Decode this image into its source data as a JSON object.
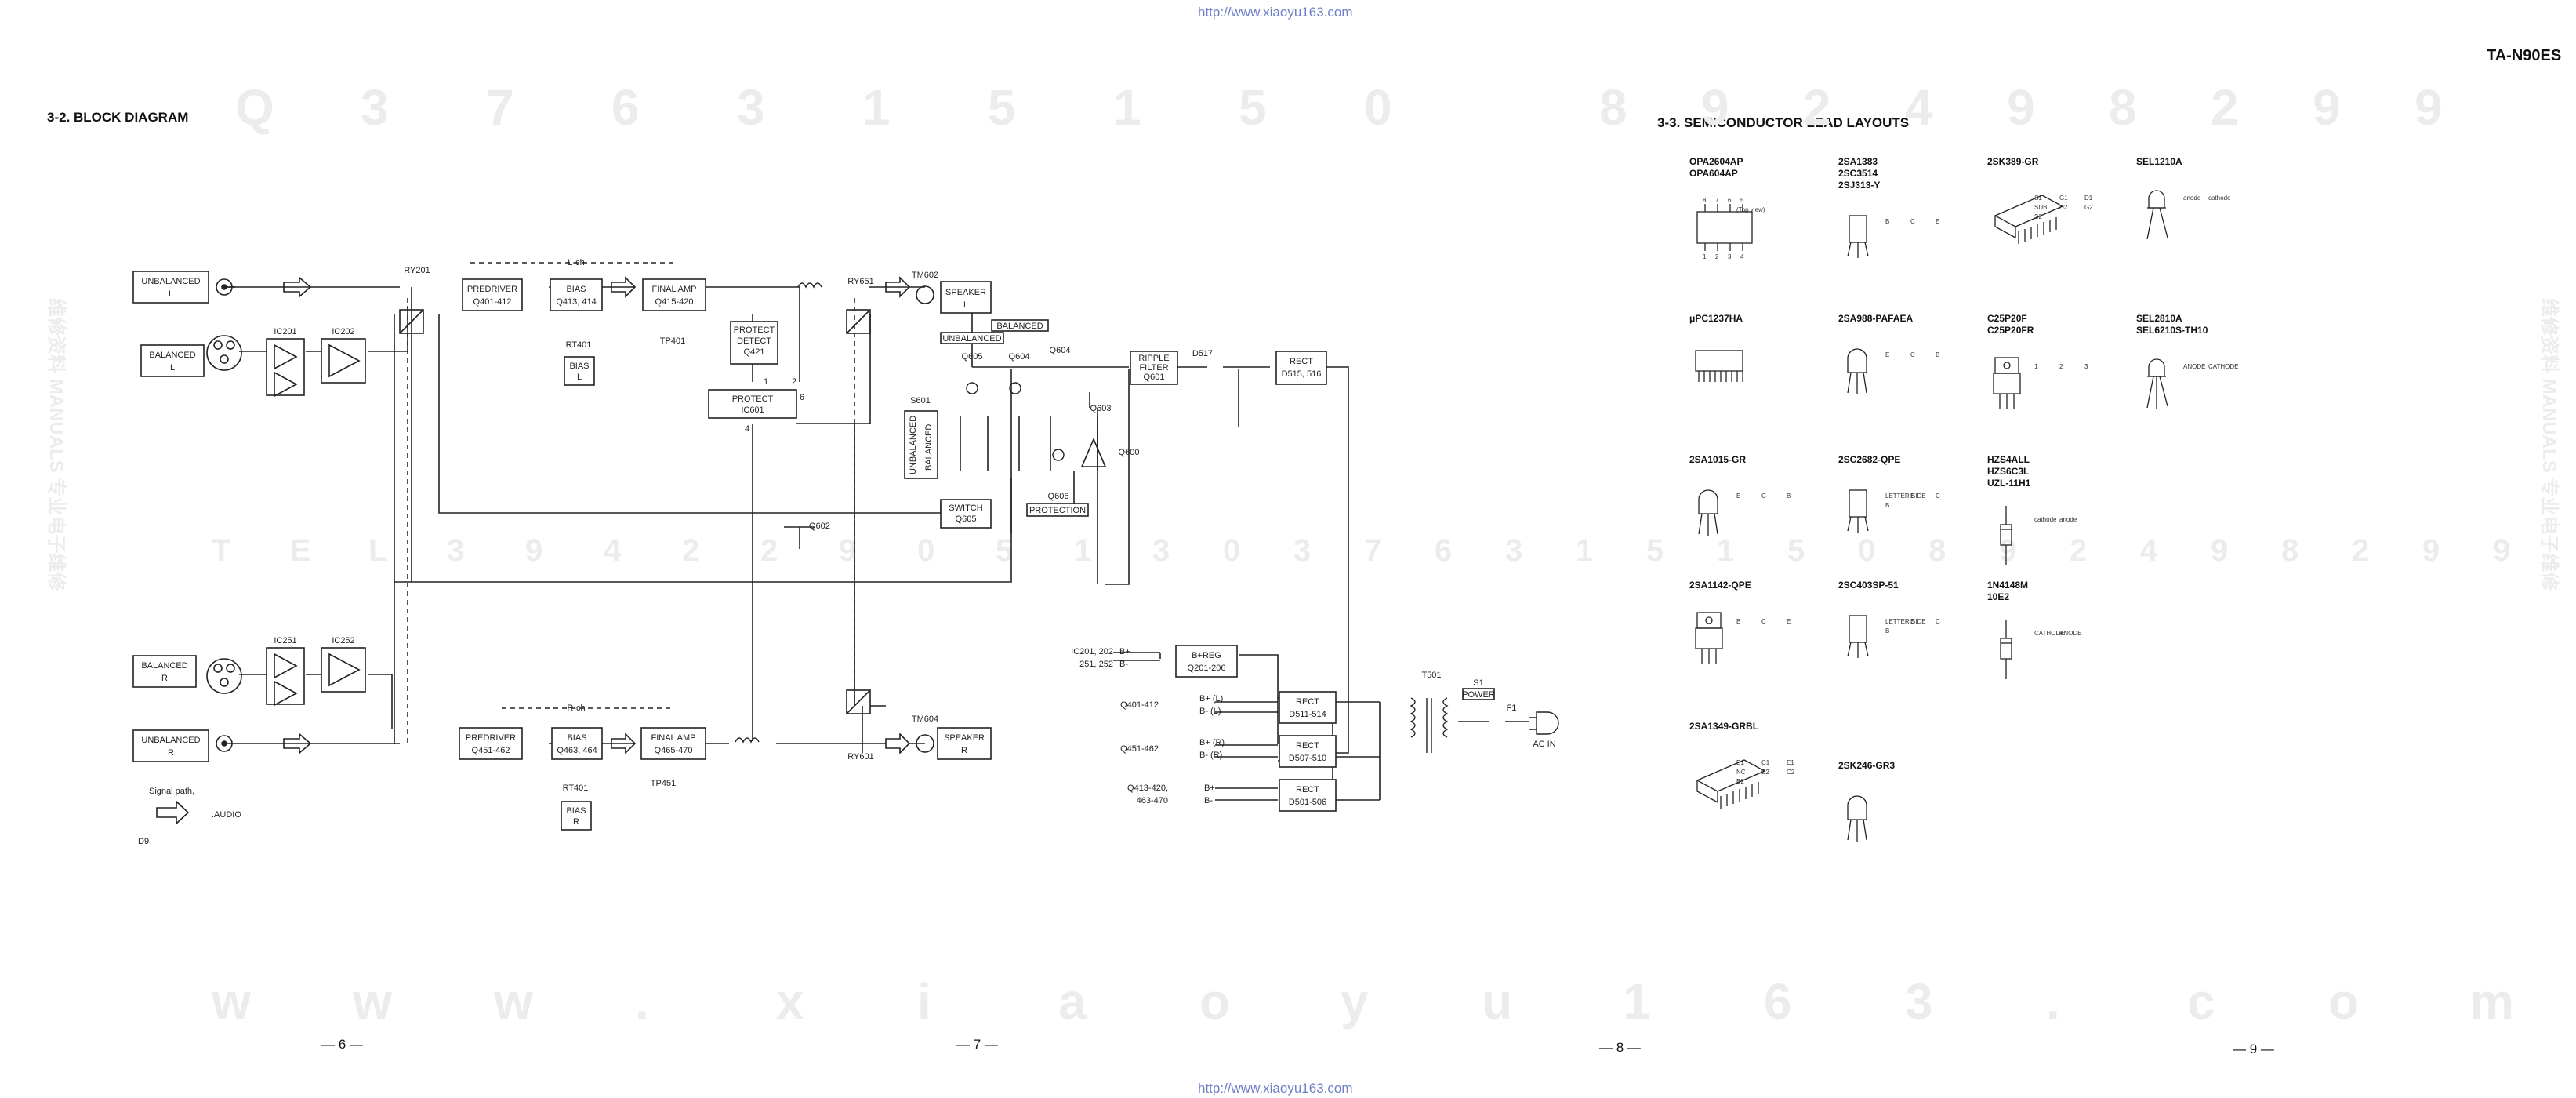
{
  "urls": {
    "top": "http://www.xiaoyu163.com",
    "bottom": "http://www.xiaoyu163.com"
  },
  "model": "TA-N90ES",
  "sections": {
    "block_diagram_title": "3-2.  BLOCK DIAGRAM",
    "lead_layouts_title": "3-3.  SEMICONDUCTOR LEAD LAYOUTS"
  },
  "pages": [
    "— 6 —",
    "— 7 —",
    "— 8 —",
    "— 9 —"
  ],
  "watermarks": {
    "digits_left": [
      "Q",
      "3",
      "7",
      "6",
      "3",
      "1",
      "5",
      "1",
      "5",
      "0"
    ],
    "digits_right": [
      "8",
      "9",
      "2",
      "4",
      "9",
      "8",
      "2",
      "9",
      "9"
    ],
    "tel_left": [
      "T",
      "E",
      "L",
      "3",
      "9",
      "4",
      "2",
      "2",
      "9",
      "0",
      "5",
      "1",
      "3"
    ],
    "tel_right": [
      "0",
      "3",
      "7",
      "6",
      "3",
      "1",
      "5",
      "1",
      "5",
      "0",
      "8",
      "9",
      "2",
      "4",
      "9",
      "8",
      "2",
      "9",
      "9"
    ],
    "site": [
      "w",
      "w",
      "w",
      ".",
      "x",
      "i",
      "a",
      "o",
      "y",
      "u",
      "1",
      "6",
      "3",
      ".",
      "c",
      "o",
      "m"
    ],
    "side_left": "维修资料 MANUALS 专业电子维修",
    "side_right": "维修资料 MANUALS 专业电子维修"
  },
  "block_diagram": {
    "top": {
      "unbal_in": [
        "UNBALANCED",
        "L"
      ],
      "bal_in": [
        "BALANCED",
        "L"
      ],
      "ic_a": "IC201",
      "ic_b": "IC202",
      "relay_in": "RY201",
      "ch_label": "L-ch",
      "predriver": [
        "PREDRIVER",
        "Q401-412"
      ],
      "bias": [
        "BIAS",
        "Q413, 414"
      ],
      "final_amp": [
        "FINAL AMP",
        "Q415-420"
      ],
      "rt": "RT401",
      "tp": "TP401",
      "bias_box": [
        "BIAS",
        "L"
      ],
      "protect_detect": [
        "PROTECT",
        "DETECT",
        "Q421"
      ],
      "protect_ic": [
        "PROTECT",
        "IC601"
      ],
      "relay_out": "RY651",
      "tm": "TM602",
      "speaker": [
        "SPEAKER",
        "L"
      ],
      "pin1": "1",
      "pin2": "2",
      "pin4": "4",
      "pin6": "6"
    },
    "protect": {
      "balanced_tag": "BALANCED",
      "unbalanced_tag": "UNBALANCED",
      "q605": "Q605",
      "q604a": "Q604",
      "q604b": "Q604",
      "q603": "Q603",
      "q600": "Q600",
      "q606": "Q606",
      "q602": "Q602",
      "s601": "S601",
      "s601_unbal": "UNBALANCED",
      "s601_bal": "BALANCED",
      "protection_tag": "PROTECTION",
      "switch_box": [
        "SWITCH",
        "Q605"
      ],
      "ripple": [
        "RIPPLE",
        "FILTER",
        "Q601"
      ],
      "d517": "D517",
      "rect_top": [
        "RECT",
        "D515, 516"
      ]
    },
    "bottom": {
      "ic_a": "IC251",
      "ic_b": "IC252",
      "bal_in": [
        "BALANCED",
        "R"
      ],
      "unbal_in": [
        "UNBALANCED",
        "R"
      ],
      "ch_label": "R-ch",
      "predriver": [
        "PREDRIVER",
        "Q451-462"
      ],
      "bias": [
        "BIAS",
        "Q463, 464"
      ],
      "final_amp": [
        "FINAL AMP",
        "Q465-470"
      ],
      "rt": "RT401",
      "tp": "TP451",
      "bias_box": [
        "BIAS",
        "R"
      ],
      "relay_out": "RY601",
      "tm": "TM604",
      "speaker": [
        "SPEAKER",
        "R"
      ]
    },
    "power": {
      "bplus_box": [
        "B+REG",
        "Q201-206"
      ],
      "ic_ref": [
        "IC201, 202",
        "251, 252"
      ],
      "ic_rails": [
        "B+",
        "B-"
      ],
      "q401_ref": "Q401-412",
      "q401_rails": [
        "B+ (L)",
        "B- (L)"
      ],
      "rect1": [
        "RECT",
        "D511-514"
      ],
      "q451_ref": "Q451-462",
      "q451_rails": [
        "B+ (R)",
        "B- (R)"
      ],
      "rect2": [
        "RECT",
        "D507-510"
      ],
      "q413_ref": [
        "Q413-420,",
        "463-470"
      ],
      "q413_rails": [
        "B+",
        "B-"
      ],
      "rect3": [
        "RECT",
        "D501-506"
      ],
      "transformer": "T501",
      "switch_ref": "S1",
      "power_tag": "POWER",
      "fuse": "F1",
      "ac_in": "AC IN"
    },
    "legend": {
      "signal": "Signal path,",
      "audio": ":AUDIO"
    },
    "code": "D9"
  },
  "lead_layouts": [
    {
      "names": [
        "OPA2604AP",
        "OPA604AP"
      ],
      "icon": "dip8-icon",
      "pins_top": [
        "8",
        "7",
        "6",
        "5"
      ],
      "pins_bottom": [
        "1",
        "2",
        "3",
        "4"
      ],
      "note": "(Top view)"
    },
    {
      "names": [
        "2SA1383",
        "2SC3514",
        "2SJ313-Y"
      ],
      "icon": "to126-icon",
      "pins": [
        "B",
        "C",
        "E"
      ]
    },
    {
      "names": [
        "2SK389-GR"
      ],
      "icon": "sip-icon",
      "pins": [
        "S1",
        "G1",
        "D1",
        "SUB",
        "D2",
        "G2",
        "S2"
      ]
    },
    {
      "names": [
        "SEL1210A"
      ],
      "icon": "led-icon",
      "pins": [
        "anode",
        "cathode"
      ]
    },
    {
      "names": [
        "μPC1237HA"
      ],
      "icon": "sip9-icon"
    },
    {
      "names": [
        "2SA988-PAFAEA"
      ],
      "icon": "to92-icon",
      "pins": [
        "E",
        "C",
        "B"
      ]
    },
    {
      "names": [
        "C25P20F",
        "C25P20FR"
      ],
      "icon": "to220-icon",
      "pins": [
        "1",
        "2",
        "3"
      ]
    },
    {
      "names": [
        "SEL2810A",
        "SEL6210S-TH10"
      ],
      "icon": "bicolor-led-icon",
      "pins": [
        "ANODE",
        "CATHODE"
      ]
    },
    {
      "names": [
        "2SA1015-GR"
      ],
      "icon": "to92-icon",
      "pins": [
        "E",
        "C",
        "B"
      ]
    },
    {
      "names": [
        "2SC2682-QPE"
      ],
      "icon": "to126-icon",
      "note": "LETTER SIDE",
      "pins": [
        "E",
        "C",
        "B"
      ]
    },
    {
      "names": [
        "HZS4ALL",
        "HZS6C3L",
        "UZL-11H1"
      ],
      "icon": "zener-icon",
      "pins": [
        "cathode",
        "anode"
      ]
    },
    {
      "names": [
        "2SA1142-QPE"
      ],
      "icon": "to220-icon",
      "pins": [
        "B",
        "C",
        "E"
      ]
    },
    {
      "names": [
        "2SC403SP-51"
      ],
      "icon": "to126-icon",
      "note": "LETTER SIDE",
      "pins": [
        "E",
        "C",
        "B"
      ]
    },
    {
      "names": [
        "1N4148M",
        "10E2"
      ],
      "icon": "diode-icon",
      "pins": [
        "CATHODE",
        "ANODE"
      ]
    },
    {
      "names": [
        "2SA1349-GRBL"
      ],
      "icon": "sip-icon",
      "pins": [
        "B1",
        "C1",
        "E1",
        "NC",
        "E2",
        "C2",
        "B2"
      ]
    },
    {
      "names": [
        "2SK246-GR3"
      ],
      "icon": "to92-icon"
    }
  ]
}
